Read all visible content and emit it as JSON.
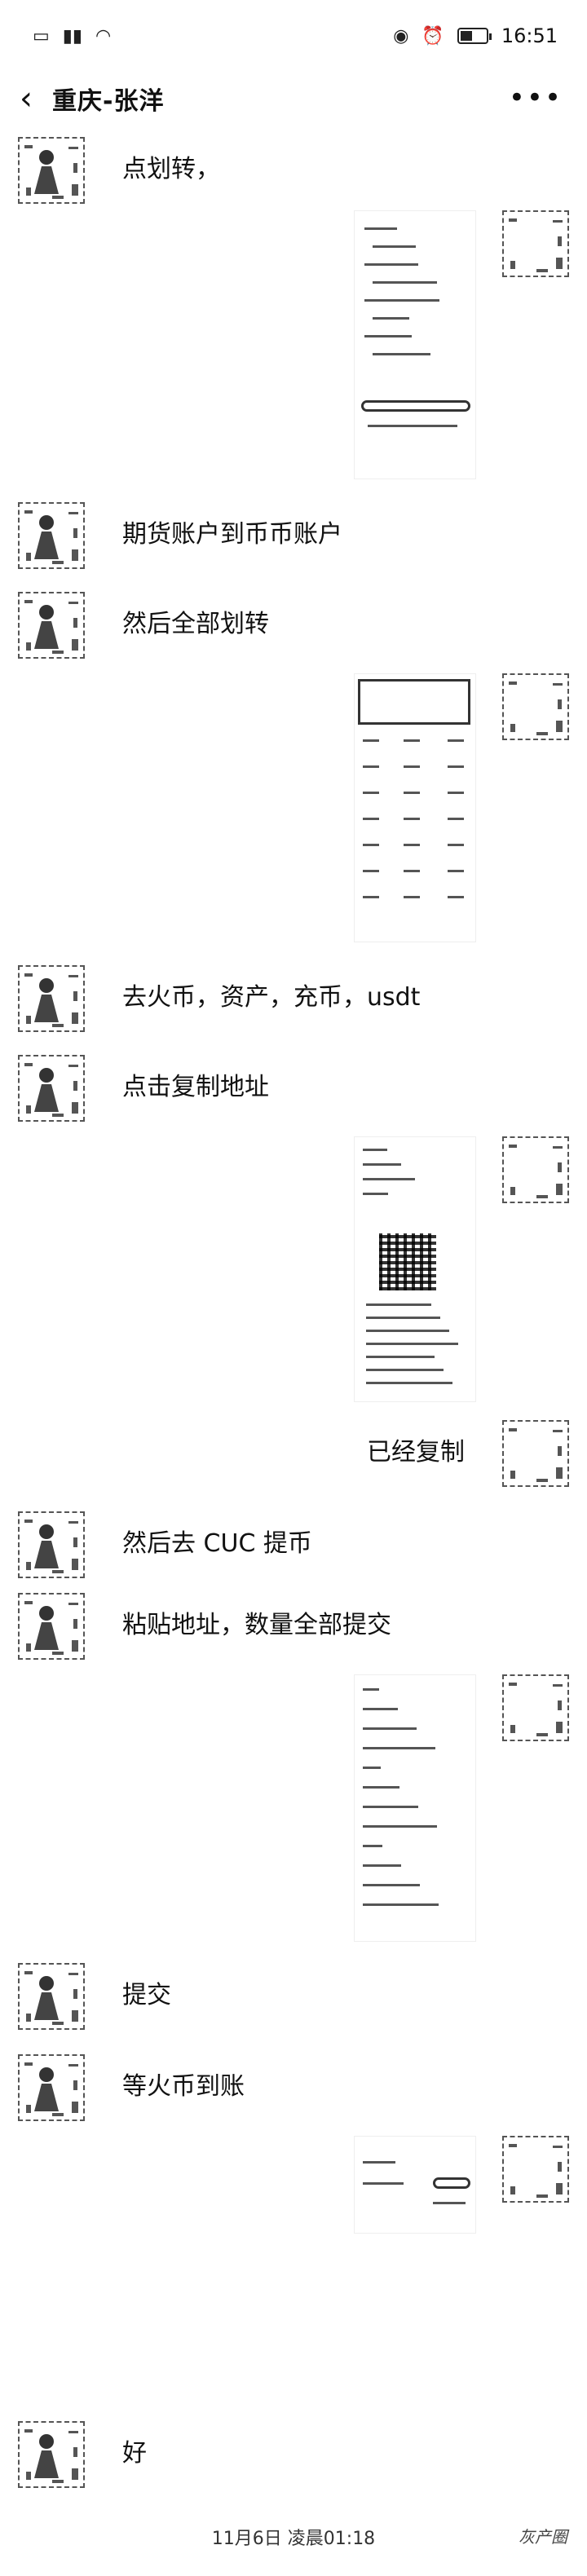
{
  "status_bar": {
    "time": "16:51",
    "left_icons": [
      "notification-icon",
      "signal-icon",
      "wifi-icon"
    ],
    "right_icons": [
      "eye-icon",
      "alarm-icon",
      "battery-icon"
    ]
  },
  "nav": {
    "title": "重庆-张洋",
    "more": "•••"
  },
  "messages": [
    {
      "side": "left",
      "type": "text",
      "text": "点划转，"
    },
    {
      "side": "right",
      "type": "image"
    },
    {
      "side": "left",
      "type": "text",
      "text": "期货账户到币币账户"
    },
    {
      "side": "left",
      "type": "text",
      "text": "然后全部划转"
    },
    {
      "side": "right",
      "type": "image"
    },
    {
      "side": "left",
      "type": "text",
      "text": "去火币，资产，充币，usdt"
    },
    {
      "side": "left",
      "type": "text",
      "text": "点击复制地址"
    },
    {
      "side": "right",
      "type": "image"
    },
    {
      "side": "right",
      "type": "text",
      "text": "已经复制"
    },
    {
      "side": "left",
      "type": "text",
      "text": "然后去 CUC 提币"
    },
    {
      "side": "left",
      "type": "text",
      "text": "粘贴地址，数量全部提交"
    },
    {
      "side": "right",
      "type": "image"
    },
    {
      "side": "left",
      "type": "text",
      "text": "提交"
    },
    {
      "side": "left",
      "type": "text",
      "text": "等火币到账"
    },
    {
      "side": "right",
      "type": "image"
    },
    {
      "side": "left",
      "type": "text",
      "text": "好"
    }
  ],
  "timestamp": "11月6日 凌晨01:18",
  "watermark": "灰产圈"
}
